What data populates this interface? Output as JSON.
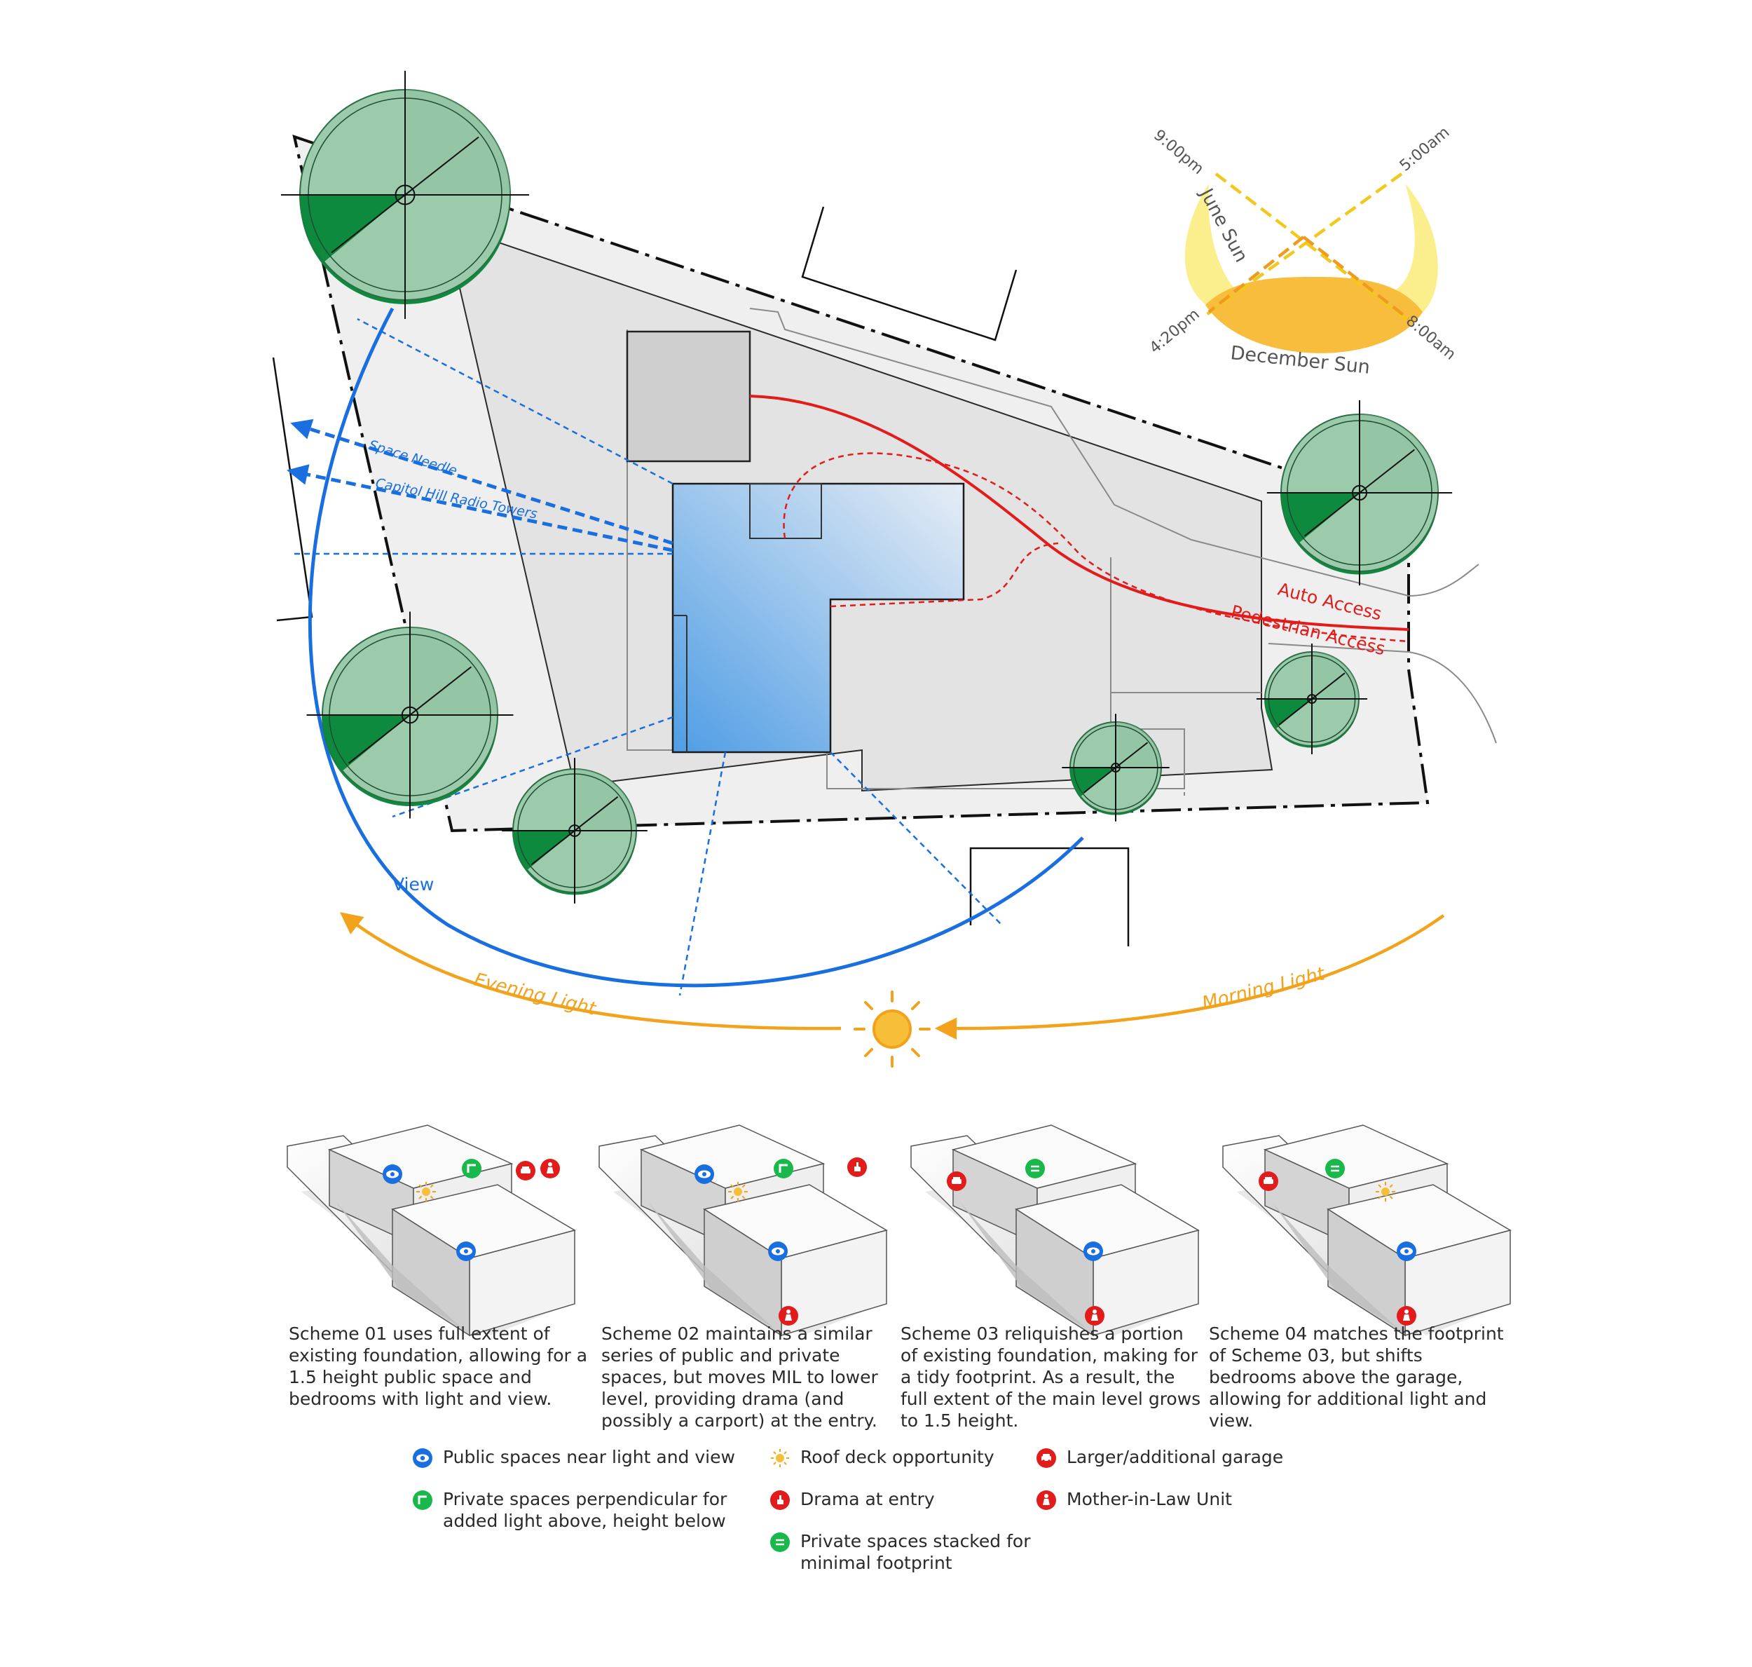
{
  "site_plan": {
    "labels": {
      "space_needle": "Space Needle",
      "capitol_hill": "Capitol Hill Radio Towers",
      "view": "View",
      "auto_access": "Auto Access",
      "pedestrian_access": "Pedestrian Access",
      "evening_light": "Evening Light",
      "morning_light": "Morning Light"
    },
    "sun_diagram": {
      "june_sun": "June Sun",
      "december_sun": "December Sun",
      "times": {
        "t_900pm": "9:00pm",
        "t_500am": "5:00am",
        "t_420pm": "4:20pm",
        "t_800am": "8:00am"
      }
    },
    "colors": {
      "view": "#1a6fe0",
      "auto": "#e21b1b",
      "pedestrian": "#e21b1b",
      "light": "#f2a21b",
      "tree": "#9ccbac",
      "tree_dark": "#0e8a3e",
      "building": "#5aa4e6"
    }
  },
  "schemes": [
    {
      "caption": "Scheme 01 uses full extent of existing foundation, allowing for a 1.5 height public space and bedrooms with light and view."
    },
    {
      "caption": "Scheme 02 maintains a similar series of public and private spaces, but moves MIL to lower level, providing drama (and possibly a carport) at the entry."
    },
    {
      "caption": "Scheme 03 reliquishes a portion of existing foundation, making for a tidy footprint. As a result, the full extent of the main level grows to 1.5 height."
    },
    {
      "caption": "Scheme 04 matches the footprint of Scheme 03, but shifts bedrooms above the garage, allowing for additional light and view."
    }
  ],
  "legend": {
    "public": {
      "icon": "eye-icon",
      "label": "Public spaces near light and view"
    },
    "private_perp": {
      "icon": "corner-icon",
      "label": "Private spaces perpendicular for added light above, height below"
    },
    "roof_deck": {
      "icon": "sun-icon",
      "label": "Roof deck opportunity"
    },
    "drama": {
      "icon": "hand-icon",
      "label": "Drama at entry"
    },
    "stacked": {
      "icon": "equals-icon",
      "label": "Private spaces stacked for minimal footprint"
    },
    "garage": {
      "icon": "car-icon",
      "label": "Larger/additional garage"
    },
    "mil": {
      "icon": "person-icon",
      "label": "Mother-in-Law Unit"
    }
  }
}
